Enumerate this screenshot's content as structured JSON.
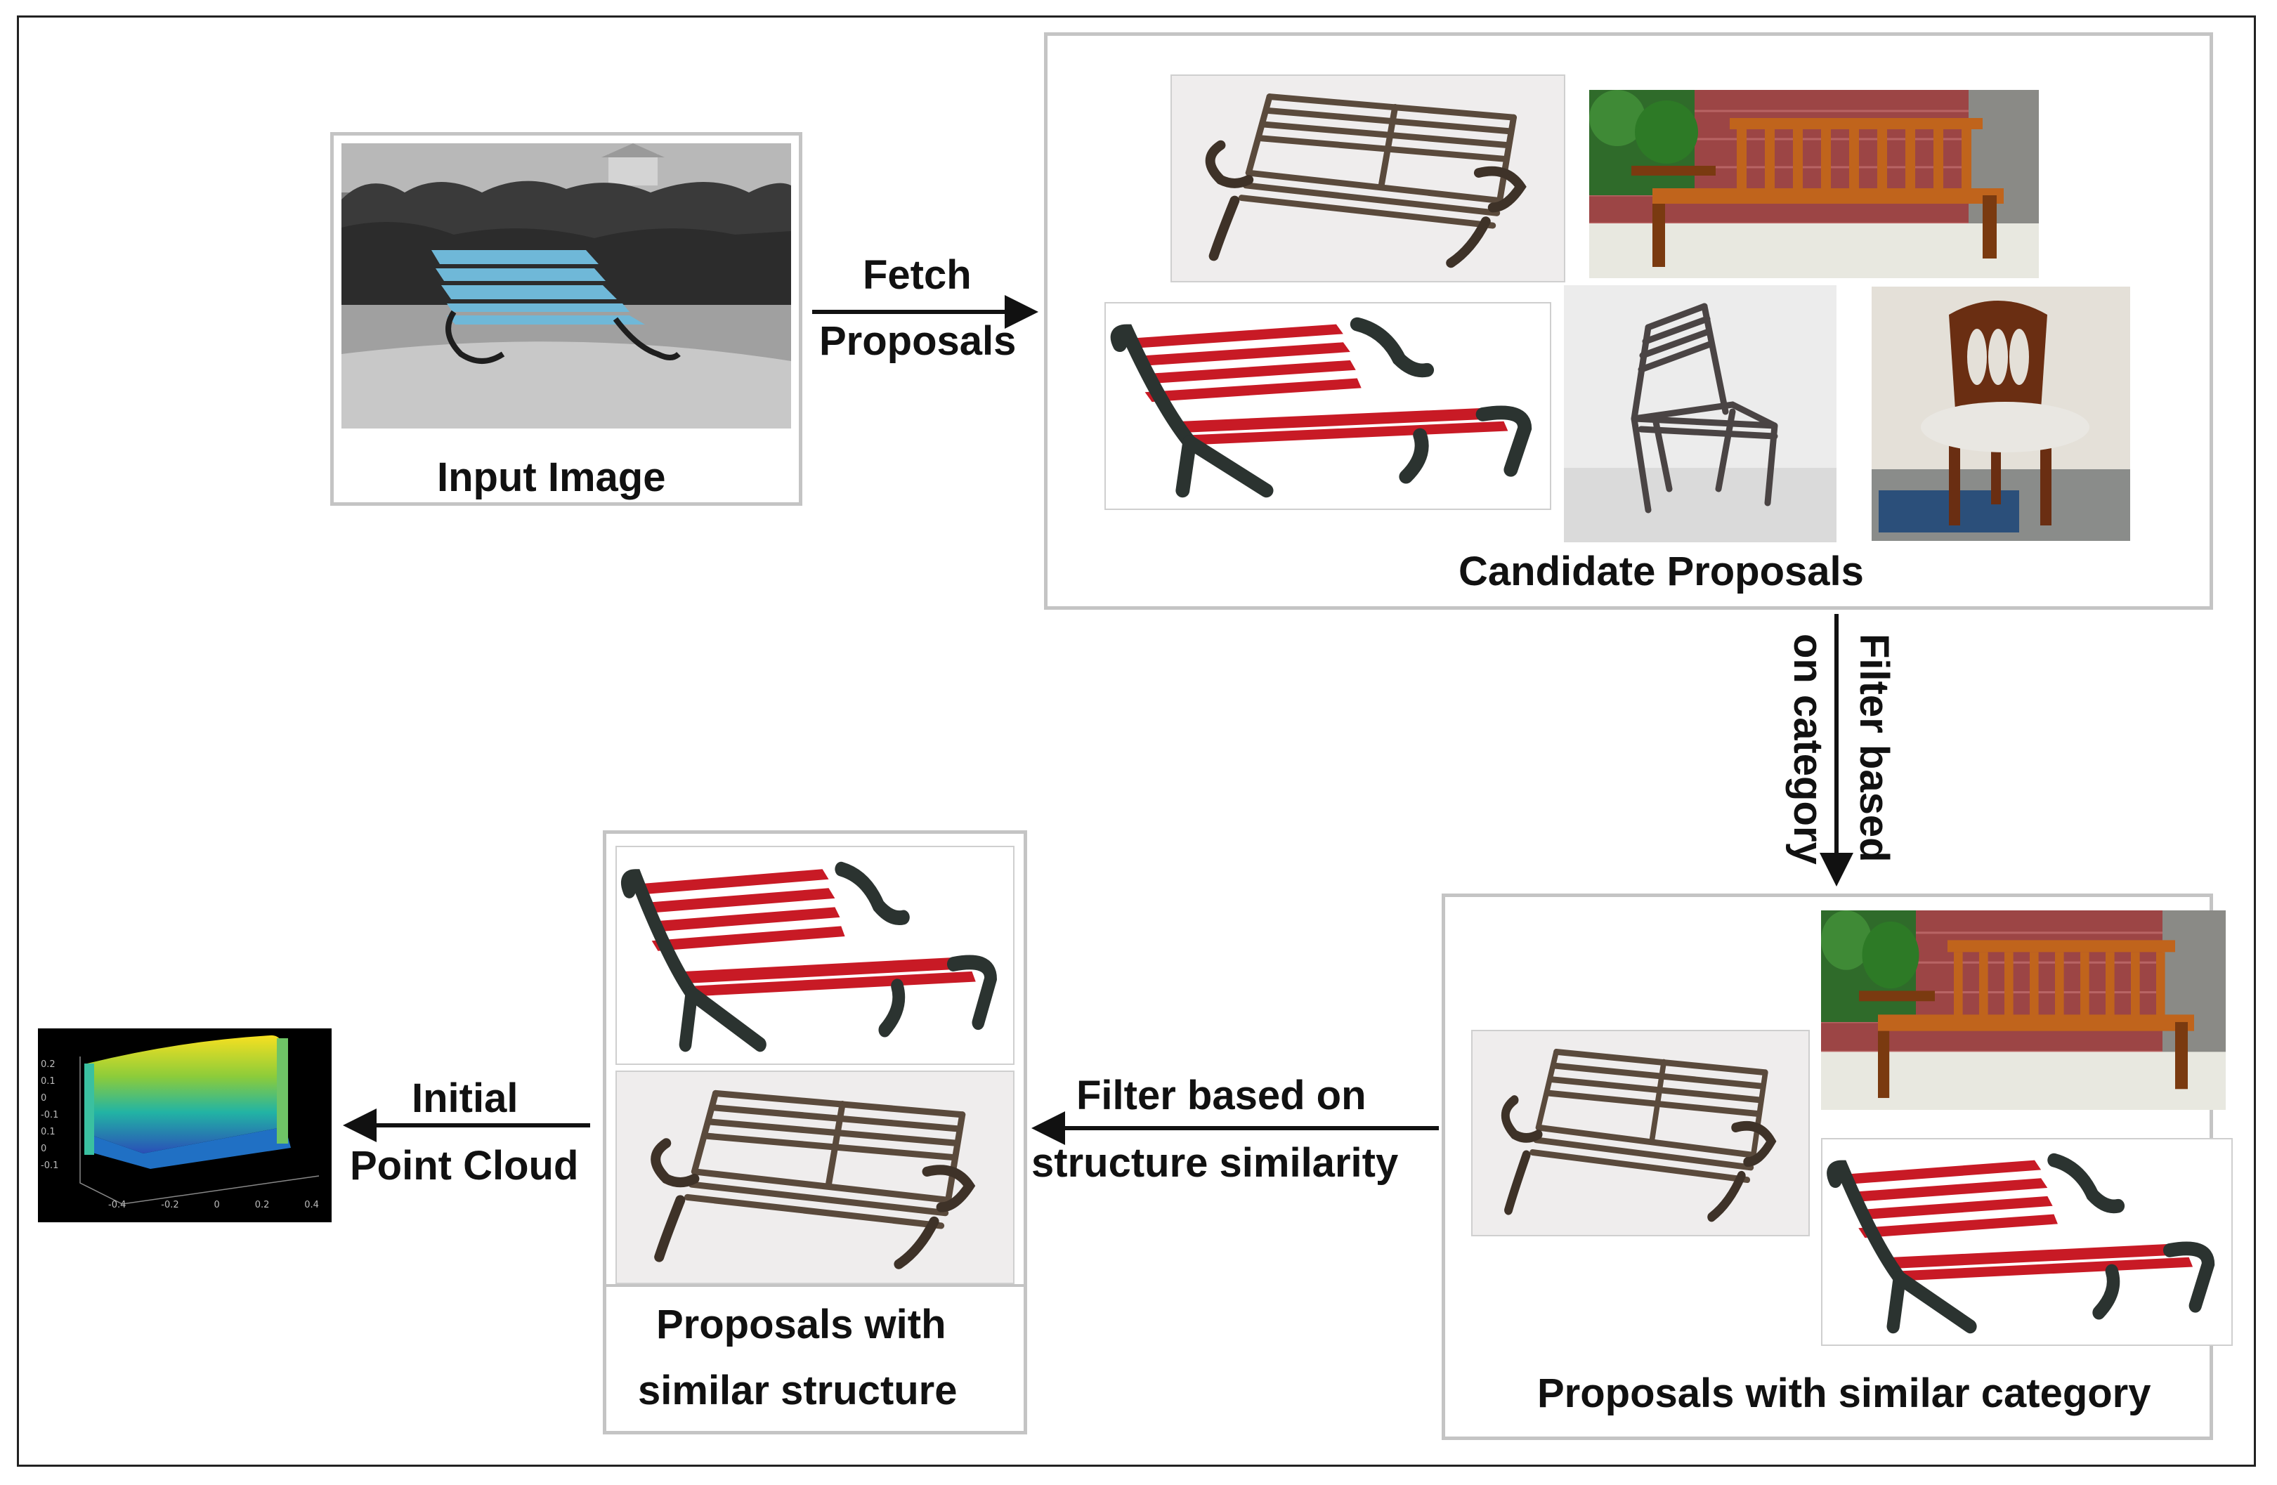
{
  "labels": {
    "input_image": "Input Image",
    "fetch": "Fetch",
    "proposals": "Proposals",
    "candidate_proposals": "Candidate Proposals",
    "filter_category_line1": "Filter based",
    "filter_category_line2": "on category",
    "similar_category": "Proposals with similar category",
    "filter_structure_line1": "Filter based on",
    "filter_structure_line2": "structure similarity",
    "similar_structure_line1": "Proposals with",
    "similar_structure_line2": "similar structure",
    "initial": "Initial",
    "point_cloud": "Point Cloud"
  },
  "axis_ticks": {
    "y": [
      "0.2",
      "0.1",
      "0",
      "-0.1",
      "0.1",
      "0",
      "-0.1"
    ],
    "x": [
      "-0.4",
      "-0.2",
      "0",
      "0.2",
      "0.4"
    ]
  },
  "colors": {
    "frame": "#222222",
    "box_border": "#c4c4c4",
    "blue_bench": "#6fb8d8",
    "red_bench": "#c81a25",
    "wood_bench": "#c0641c",
    "iron": "#2b3330",
    "brown_bench": "#5a4a3c"
  }
}
